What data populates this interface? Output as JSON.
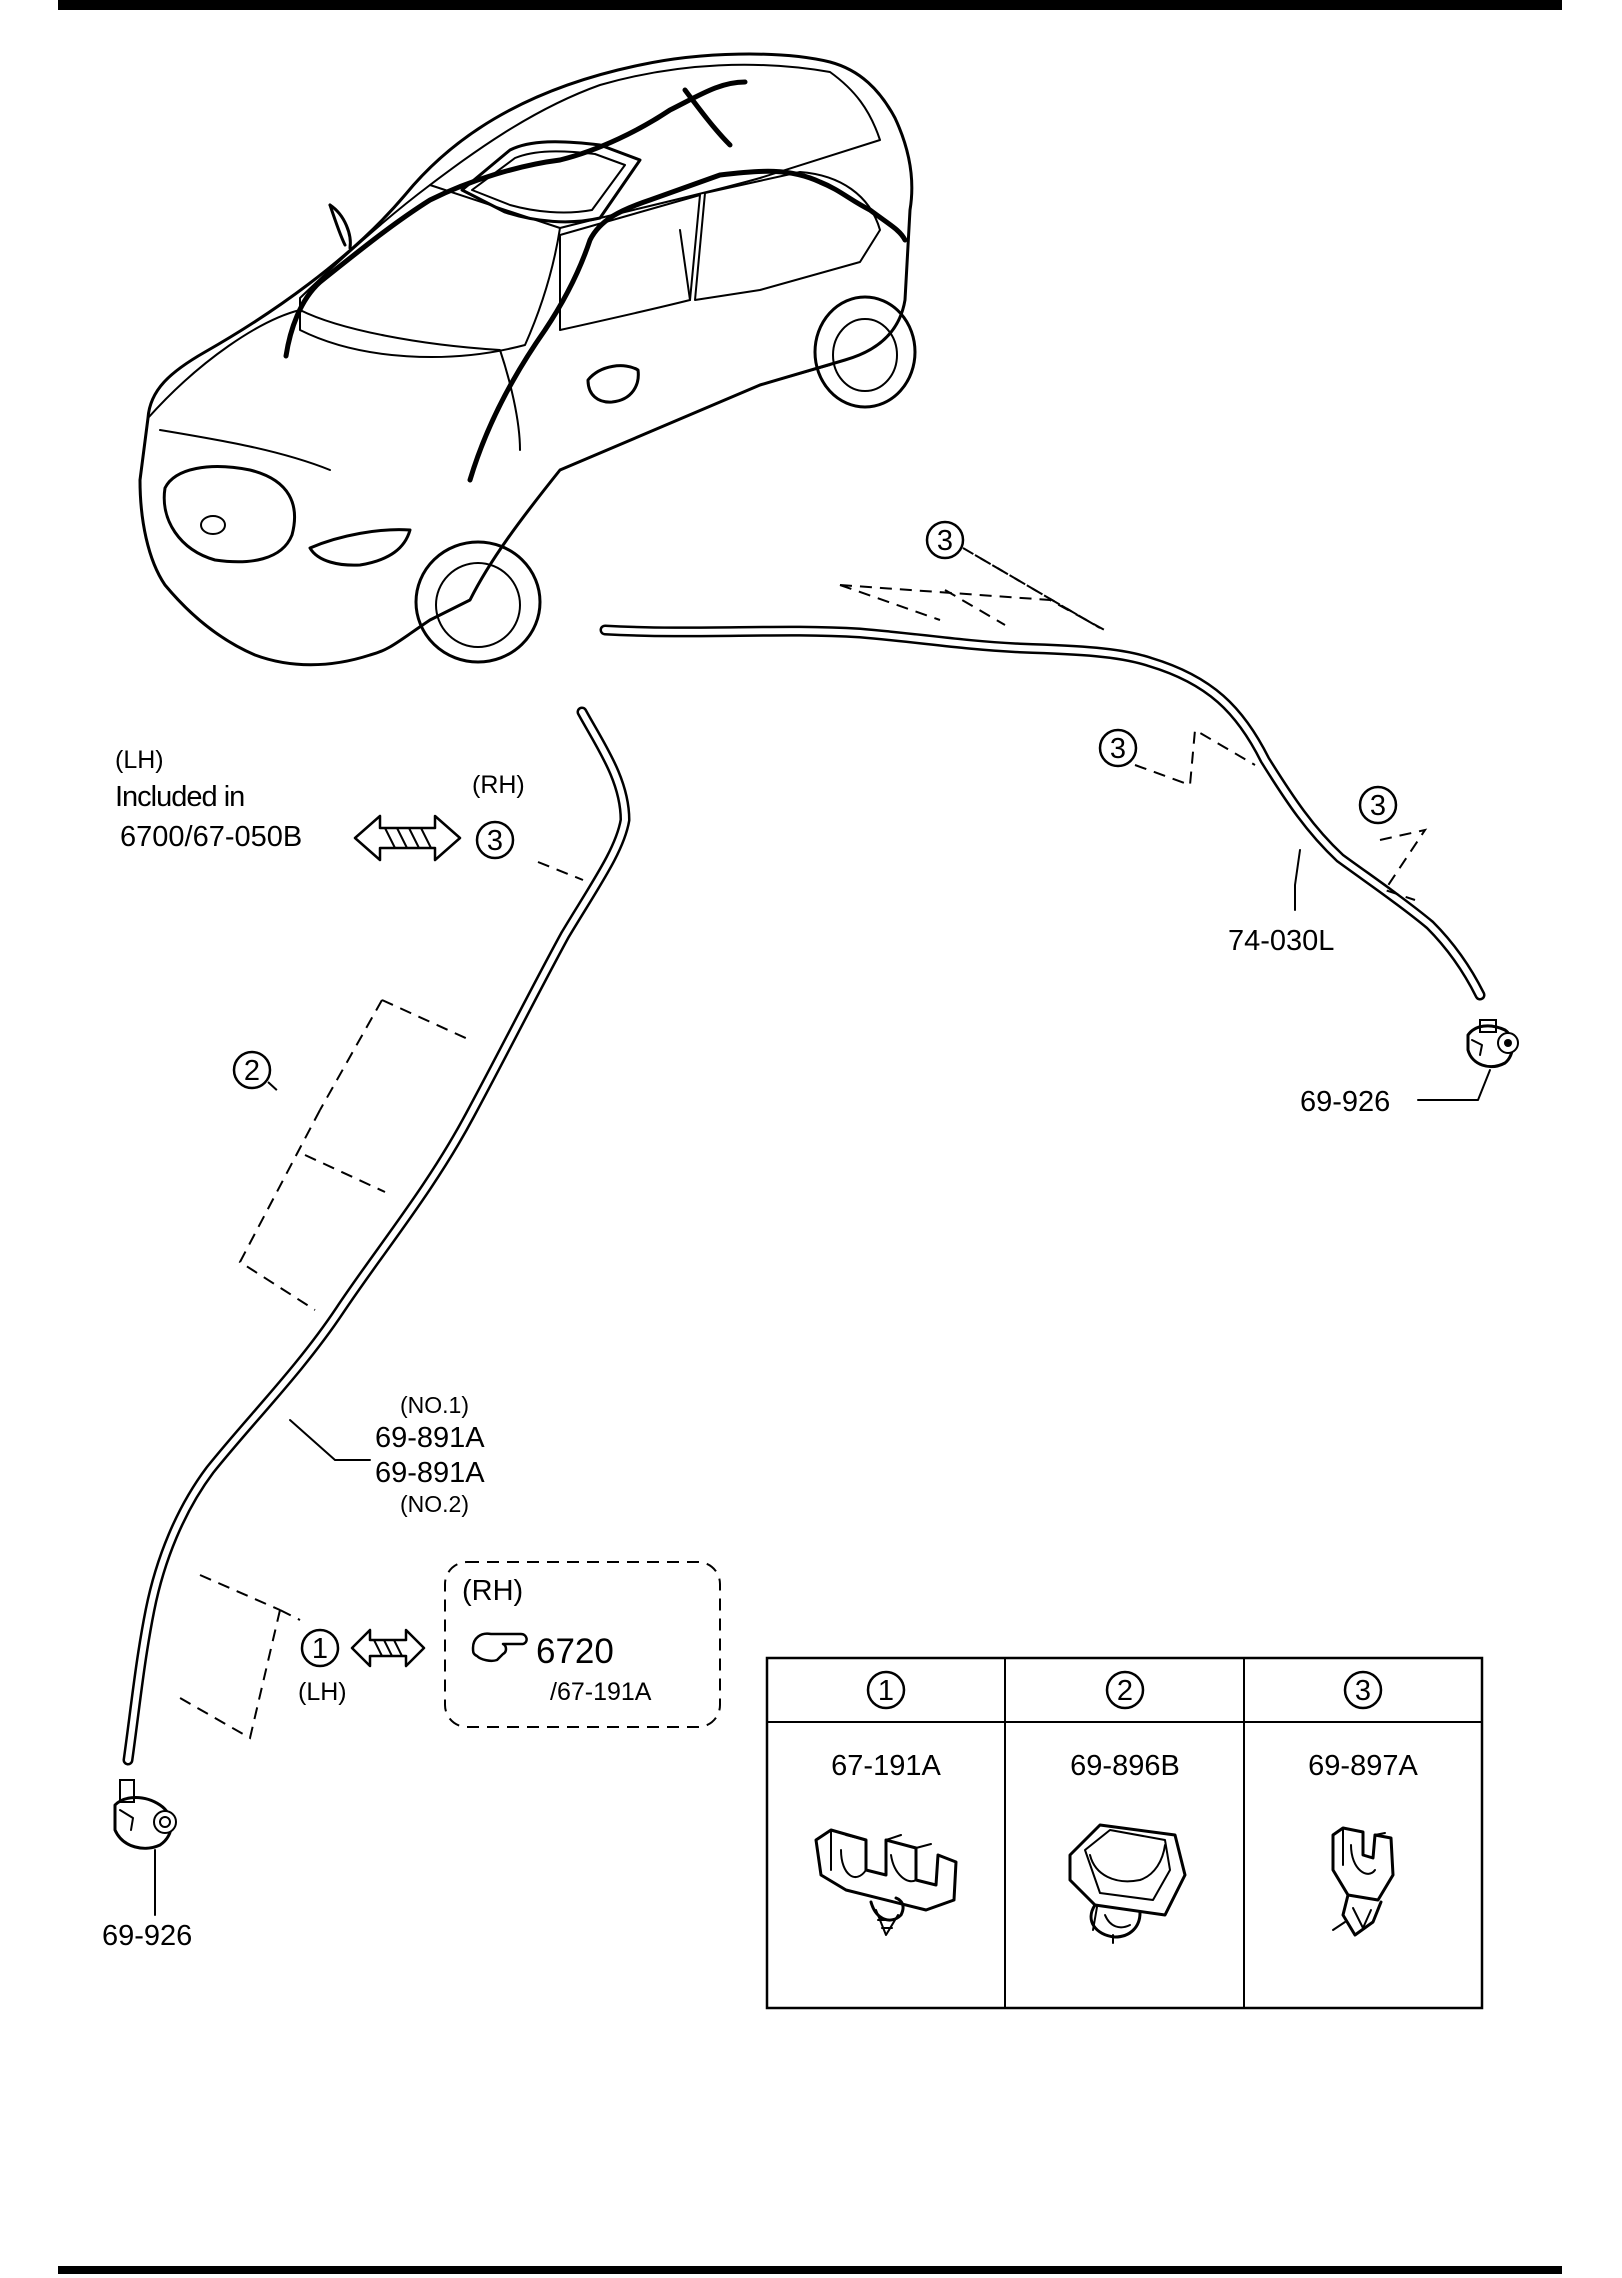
{
  "callouts": {
    "one": "1",
    "two": "2",
    "three": "3"
  },
  "left_note": {
    "side": "(LH)",
    "included_in": "Included in",
    "ref": "6700/67-050B",
    "rh": "(RH)"
  },
  "left_hose": {
    "no1": "(NO.1)",
    "part_a": "69-891A",
    "part_b": "69-891A",
    "no2": "(NO.2)"
  },
  "clip_note": {
    "lh": "(LH)",
    "rh": "(RH)",
    "ref_main": "6720",
    "ref_sub": "/67-191A"
  },
  "right_hose": {
    "part": "74-030L"
  },
  "nozzles": {
    "right": "69-926",
    "left": "69-926"
  },
  "table": {
    "headers": [
      "1",
      "2",
      "3"
    ],
    "parts": [
      "67-191A",
      "69-896B",
      "69-897A"
    ]
  }
}
